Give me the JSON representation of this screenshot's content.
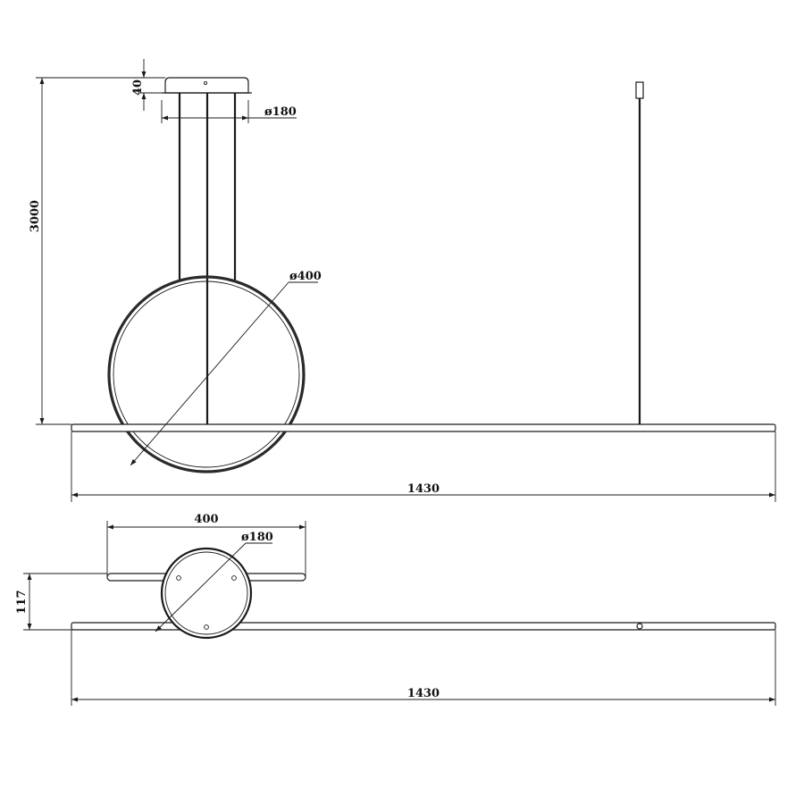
{
  "dimensions": {
    "canopy_height": "40",
    "canopy_diameter": "ø180",
    "total_height": "3000",
    "ring_diameter": "ø400",
    "bar_length_front": "1430",
    "ring_width_top": "400",
    "disc_diameter_top": "ø180",
    "depth_top": "117",
    "bar_length_top": "1430"
  },
  "colors": {
    "line": "#1a1a1a",
    "background": "#ffffff"
  }
}
